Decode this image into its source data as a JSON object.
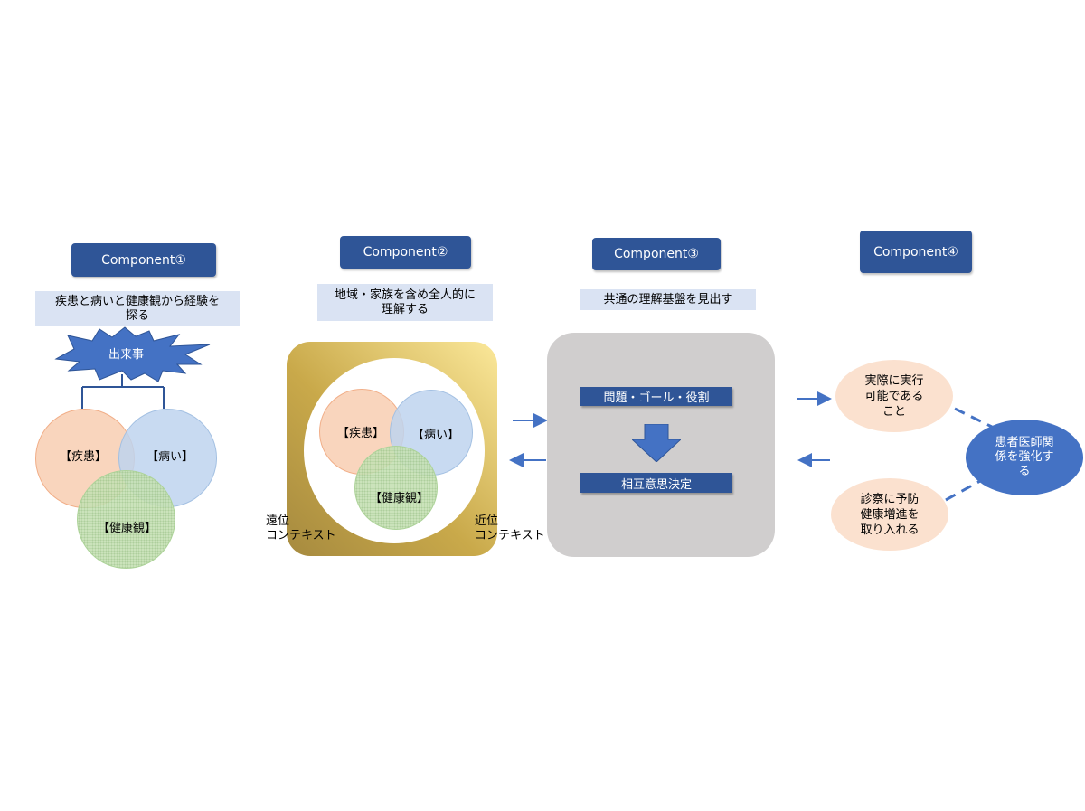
{
  "components": [
    {
      "header": "Component①",
      "description": "疾患と病いと健康観から経験を\n探る"
    },
    {
      "header": "Component②",
      "description": "地域・家族を含め全人的に\n理解する"
    },
    {
      "header": "Component③",
      "description": "共通の理解基盤を見出す"
    },
    {
      "header": "Component④"
    }
  ],
  "c1": {
    "event": "出来事",
    "disease": "【疾患】",
    "illness": "【病い】",
    "health": "【健康観】"
  },
  "c2": {
    "disease": "【疾患】",
    "illness": "【病い】",
    "health": "【健康観】",
    "distal_context": "遠位\nコンテキスト",
    "proximal_context": "近位\nコンテキスト"
  },
  "c3": {
    "bar1": "問題・ゴール・役割",
    "bar2": "相互意思決定"
  },
  "c4": {
    "feasible": "実際に実行\n可能である\nこと",
    "prevention": "診察に予防\n健康増進を\n取り入れる",
    "relationship": "患者医師関\n係を強化す\nる"
  },
  "colors": {
    "header": "#2f5597",
    "description": "#dae3f3",
    "arrow": "#4472c4",
    "gold": "#c9a94a",
    "gray_panel": "#d0cece",
    "peach": "#fbe1cf",
    "relationship": "#4472c4"
  }
}
